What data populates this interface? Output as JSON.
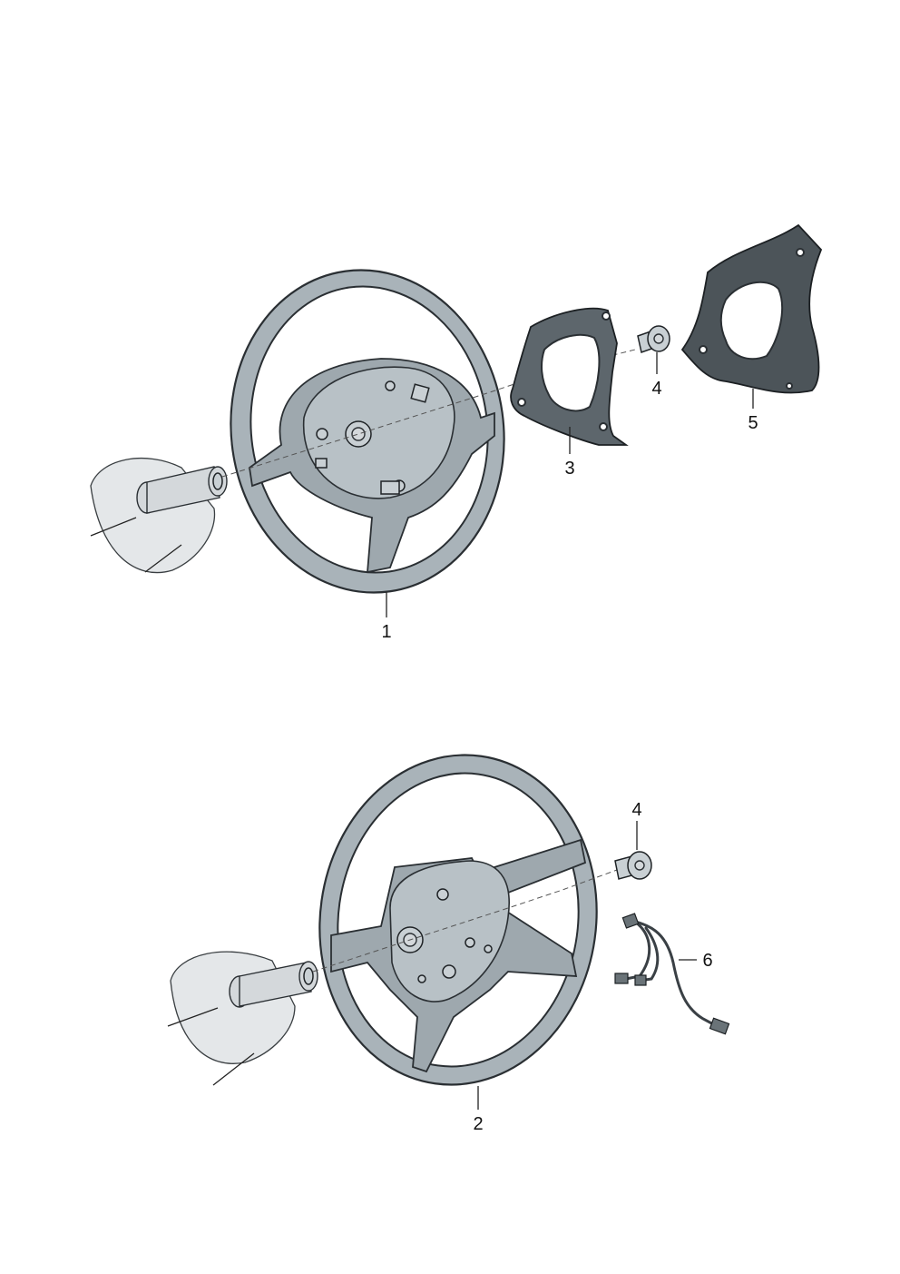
{
  "callouts": {
    "c1": "1",
    "c2": "2",
    "c3": "3",
    "c4_top": "4",
    "c4_bottom": "4",
    "c5": "5",
    "c6": "6"
  },
  "colors": {
    "wheel": "#a9b3b9",
    "dark_part": "#5d666c",
    "line": "#2a2f33"
  }
}
